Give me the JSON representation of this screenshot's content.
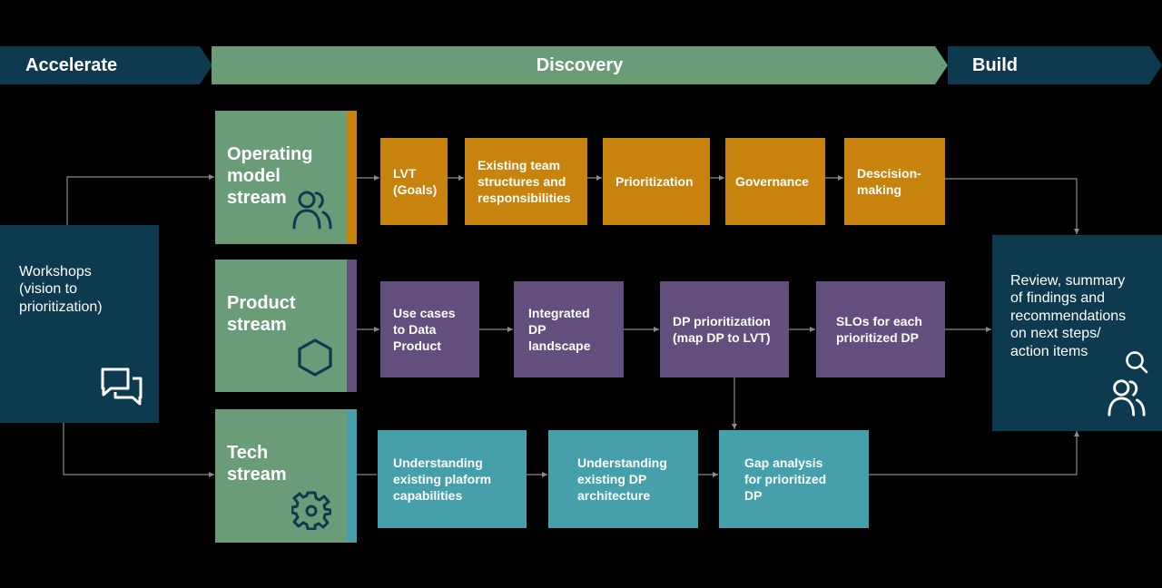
{
  "phases": {
    "accelerate": "Accelerate",
    "discovery": "Discovery",
    "build": "Build"
  },
  "workshops": "Workshops\n(vision to\nprioritization)",
  "streams": {
    "operating": {
      "label": "Operating\nmodel\nstream",
      "icon": "people-icon"
    },
    "product": {
      "label": "Product\nstream",
      "icon": "hexagon-icon"
    },
    "tech": {
      "label": "Tech\nstream",
      "icon": "gear-icon"
    }
  },
  "operating_steps": [
    "LVT\n(Goals)",
    "Existing team\nstructures and\nresponsibilities",
    "Prioritization",
    "Governance",
    "Descision-\nmaking"
  ],
  "product_steps": [
    "Use cases\nto Data\nProduct",
    "Integrated\nDP landscape",
    "DP prioritization\n(map DP to LVT)",
    "SLOs for each\nprioritized DP"
  ],
  "tech_steps": [
    "Understanding\nexisting plaform\ncapabilities",
    "Understanding\nexisting DP\narchitecture",
    "Gap analysis\nfor prioritized\nDP"
  ],
  "review": "Review, summary\nof findings and\nrecommendations\non next steps/\naction items",
  "colors": {
    "dark_teal": "#0e3a4f",
    "green": "#6a9c78",
    "orange": "#c8820e",
    "purple": "#634f7d",
    "teal": "#45a0ab"
  }
}
